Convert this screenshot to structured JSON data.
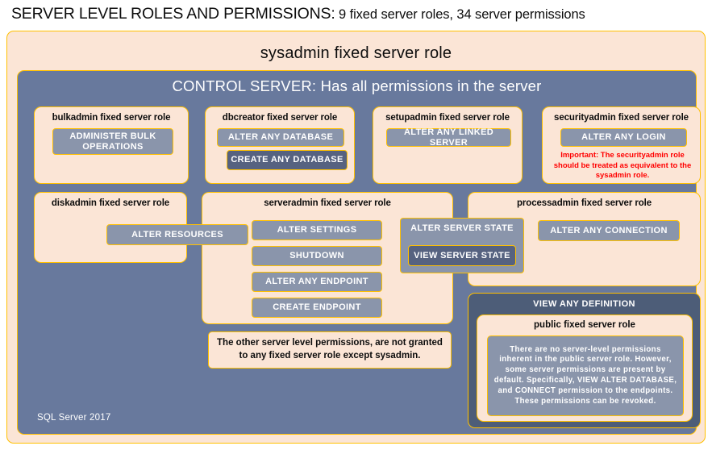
{
  "title": {
    "strong": "SERVER LEVEL ROLES AND PERMISSIONS:",
    "light": " 9 fixed server roles, 34 server permissions"
  },
  "sysadmin": {
    "label": "sysadmin fixed server role"
  },
  "control_server": {
    "label": "CONTROL SERVER: Has all permissions in the server"
  },
  "roles": {
    "bulkadmin": {
      "label": "bulkadmin fixed server role",
      "permissions": [
        "ADMINISTER BULK OPERATIONS"
      ]
    },
    "dbcreator": {
      "label": "dbcreator fixed server role",
      "permissions": [
        "ALTER ANY DATABASE",
        "CREATE ANY DATABASE"
      ]
    },
    "setupadmin": {
      "label": "setupadmin fixed server role",
      "permissions": [
        "ALTER ANY LINKED SERVER"
      ]
    },
    "securityadmin": {
      "label": "securityadmin fixed server role",
      "permissions": [
        "ALTER ANY LOGIN"
      ],
      "note": "Important: The securityadmin role should be treated as equivalent to the sysadmin role.",
      "note_color": "#ff0000"
    },
    "diskadmin": {
      "label": "diskadmin fixed server role",
      "permissions": [
        "ALTER RESOURCES"
      ]
    },
    "serveradmin": {
      "label": "serveradmin fixed server role",
      "permissions": [
        "ALTER SETTINGS",
        "SHUTDOWN",
        "ALTER ANY ENDPOINT",
        "CREATE ENDPOINT",
        "ALTER SERVER STATE",
        "VIEW SERVER STATE"
      ]
    },
    "processadmin": {
      "label": "processadmin fixed server role",
      "permissions": [
        "ALTER ANY CONNECTION"
      ]
    },
    "public": {
      "label": "public fixed server role",
      "parent_permission": "VIEW ANY DEFINITION",
      "note": "There are no server-level permissions inherent in the public server role. However, some server permissions are present by default. Specifically, VIEW ALTER DATABASE, and CONNECT permission to the endpoints. These permissions can be revoked."
    }
  },
  "notes": {
    "other_permissions": "The other server level permissions, are not granted to any fixed server role except sysadmin."
  },
  "footer": {
    "label": "SQL Server 2017"
  },
  "colors": {
    "card_fill": "#fbe5d6",
    "card_border": "#ffc000",
    "control_fill": "#68799d",
    "permission_fill": "#8a95ab",
    "permission_fill_dark": "#566280",
    "view_any_definition_fill": "#4d5d78",
    "warning_text": "#ff0000"
  }
}
